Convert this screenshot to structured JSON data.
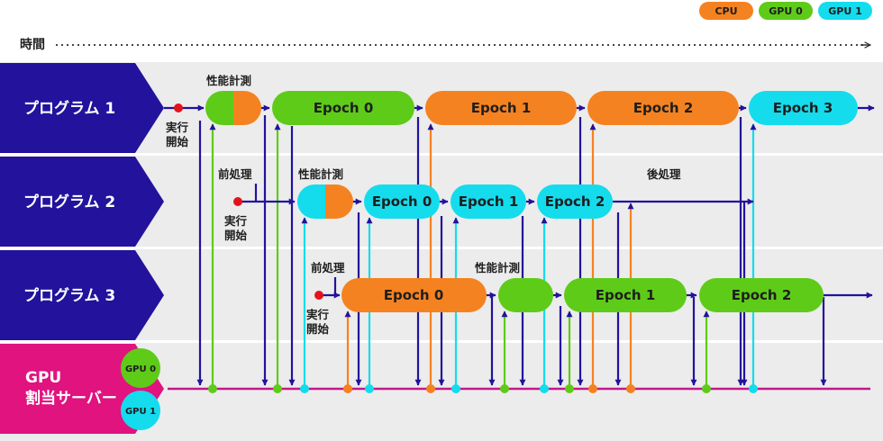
{
  "colors": {
    "cpu": "#f58220",
    "gpu0": "#5ecb19",
    "gpu1": "#14dced",
    "lane": "#22129c",
    "gpu_lane": "#e0137f",
    "start_dot": "#e3131b",
    "band": "#ececec",
    "arrow": "#22129c",
    "server_line": "#c2188a"
  },
  "legend": {
    "cpu": "CPU",
    "gpu0": "GPU 0",
    "gpu1": "GPU 1"
  },
  "time_label": "時間",
  "lanes": {
    "p1": "プログラム 1",
    "p2": "プログラム 2",
    "p3": "プログラム 3",
    "gpu_line1": "GPU",
    "gpu_line2": "割当サーバー"
  },
  "gpu_badges": {
    "gpu0": "GPU 0",
    "gpu1": "GPU 1"
  },
  "annotations": {
    "profiling": "性能計測",
    "preprocess": "前処理",
    "postprocess": "後処理",
    "start_line1": "実行",
    "start_line2": "開始"
  },
  "epochs": {
    "p1": [
      "Epoch 0",
      "Epoch 1",
      "Epoch 2",
      "Epoch 3"
    ],
    "p2": [
      "Epoch 0",
      "Epoch 1",
      "Epoch 2"
    ],
    "p3": [
      "Epoch 0",
      "Epoch 1",
      "Epoch 2"
    ]
  }
}
